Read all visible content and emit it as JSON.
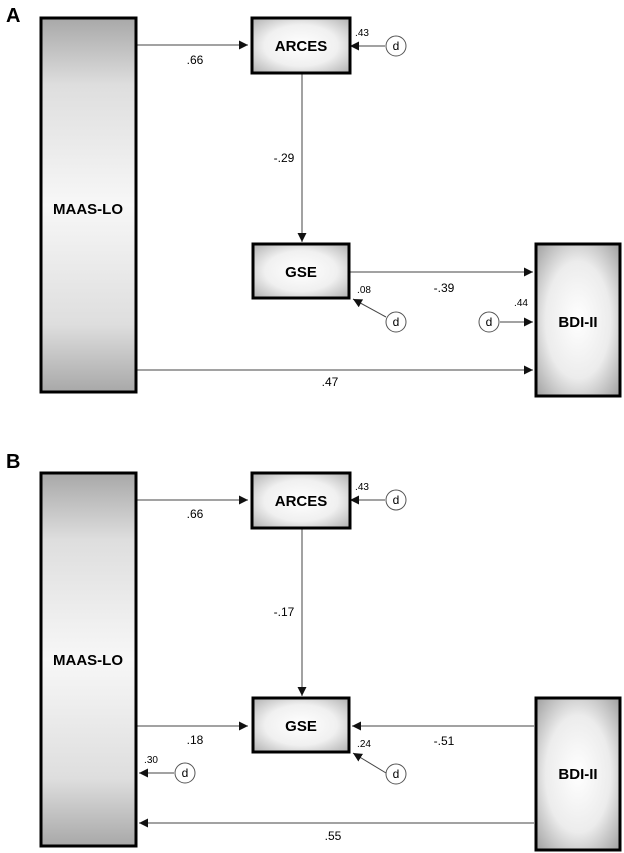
{
  "panels": [
    {
      "letter": "A",
      "nodes": {
        "maas": "MAAS-LO",
        "arces": "ARCES",
        "gse": "GSE",
        "bdi": "BDI-II"
      },
      "paths": {
        "maas_arces": ".66",
        "arces_gse": "-.29",
        "gse_bdi": "-.39",
        "maas_bdi": ".47"
      },
      "residuals": {
        "arces": ".43",
        "gse": ".08",
        "bdi": ".44"
      },
      "disturbance_label": "d"
    },
    {
      "letter": "B",
      "nodes": {
        "maas": "MAAS-LO",
        "arces": "ARCES",
        "gse": "GSE",
        "bdi": "BDI-II"
      },
      "paths": {
        "maas_arces": ".66",
        "arces_gse": "-.17",
        "maas_gse": ".18",
        "bdi_gse": "-.51",
        "bdi_maas": ".55"
      },
      "residuals": {
        "arces": ".43",
        "gse": ".24",
        "maas": ".30"
      },
      "disturbance_label": "d"
    }
  ]
}
